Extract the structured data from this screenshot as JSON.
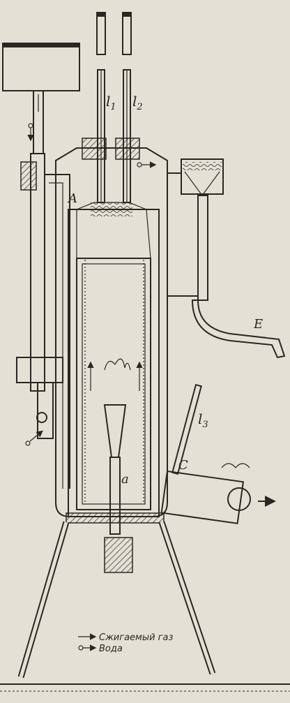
{
  "labels": {
    "l1": "l",
    "l1_sub": "1",
    "l2": "l",
    "l2_sub": "2",
    "l3": "l",
    "l3_sub": "3",
    "A": "A",
    "C": "C",
    "E": "E",
    "a": "a"
  },
  "legend": [
    {
      "text": "Сжигаемый газ",
      "marker": "arrow"
    },
    {
      "text": "Вода",
      "marker": "circle-arrow"
    }
  ],
  "colors": {
    "ink": "#2a2722",
    "paper": "#e4e0d6"
  }
}
